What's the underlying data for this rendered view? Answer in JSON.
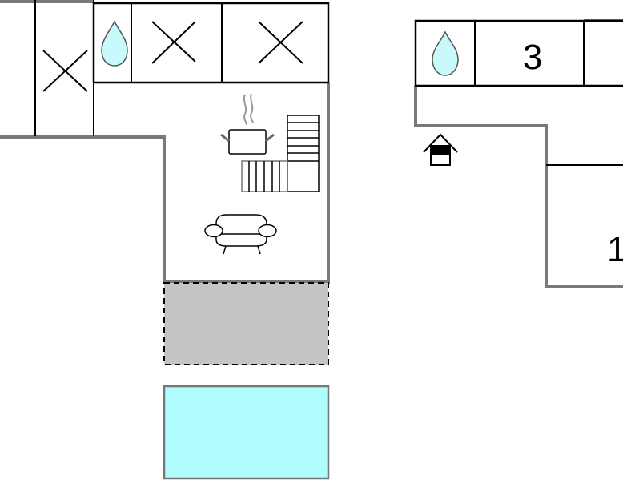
{
  "floorplan": {
    "rooms": [
      {
        "id": "bedroom-3",
        "label": "3"
      },
      {
        "id": "bedroom-1",
        "label": "1"
      }
    ],
    "icons": [
      "bedroom-cross-icon",
      "bathroom-drop-icon",
      "kitchen-pot-icon",
      "stairs-icon",
      "sofa-icon",
      "entrance-icon",
      "terrace",
      "pool"
    ],
    "colors": {
      "wall": "#7a7a7a",
      "water": "#c8fafc",
      "pool": "#aefcfc",
      "terrace": "#c4c4c4"
    }
  }
}
